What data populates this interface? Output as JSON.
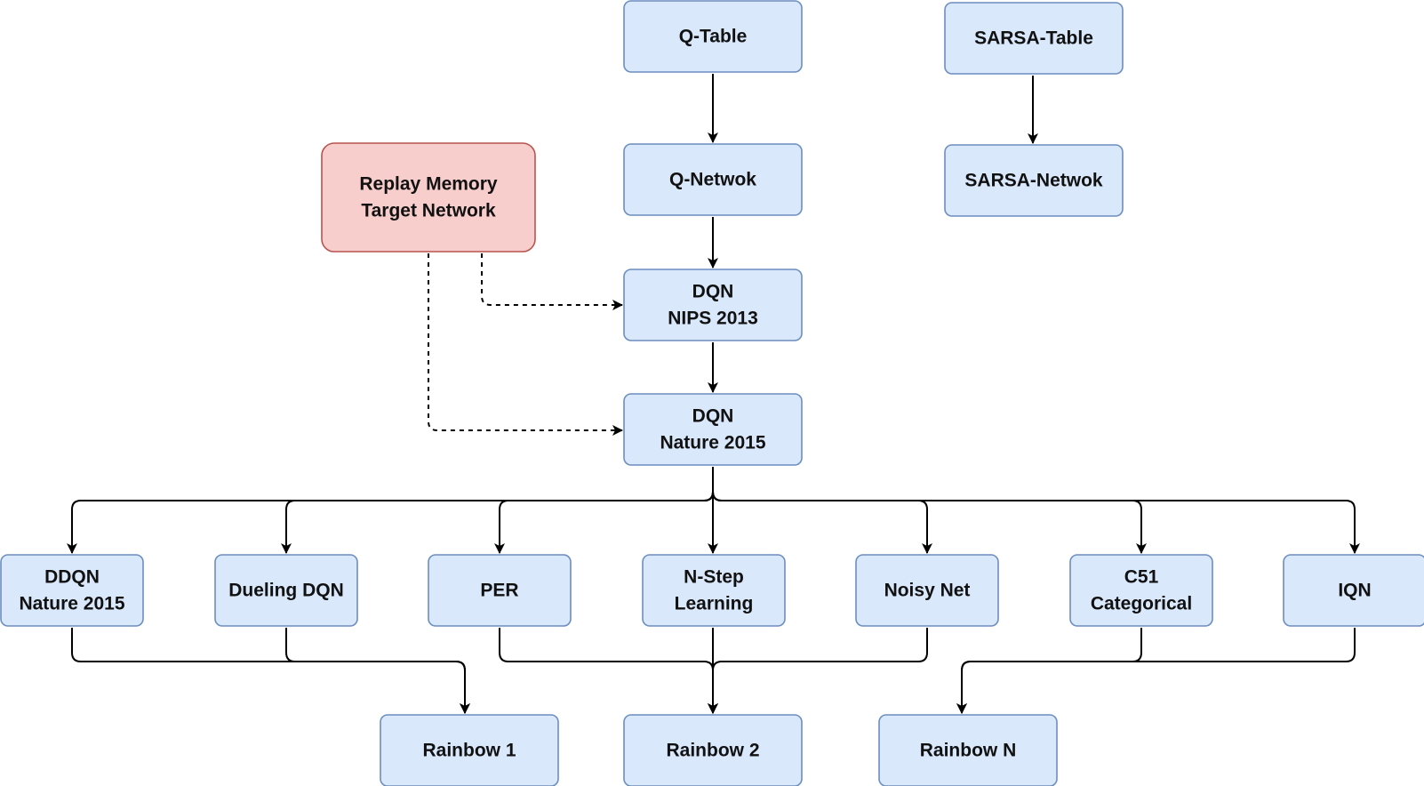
{
  "colors": {
    "node_fill": "#dae8fc",
    "node_stroke": "#6c8ebf",
    "highlight_fill": "#f8cecc",
    "highlight_stroke": "#b85450",
    "edge": "#000000"
  },
  "nodes": [
    {
      "id": "q-table",
      "lines": [
        "Q-Table"
      ],
      "style": "blue"
    },
    {
      "id": "sarsa-table",
      "lines": [
        "SARSA-Table"
      ],
      "style": "blue"
    },
    {
      "id": "q-network",
      "lines": [
        "Q-Netwok"
      ],
      "style": "blue"
    },
    {
      "id": "sarsa-network",
      "lines": [
        "SARSA-Netwok"
      ],
      "style": "blue"
    },
    {
      "id": "replay-memory",
      "lines": [
        "Replay Memory",
        "Target Network"
      ],
      "style": "red"
    },
    {
      "id": "dqn-nips-2013",
      "lines": [
        "DQN",
        "NIPS 2013"
      ],
      "style": "blue"
    },
    {
      "id": "dqn-nature-2015",
      "lines": [
        "DQN",
        "Nature 2015"
      ],
      "style": "blue"
    },
    {
      "id": "ddqn",
      "lines": [
        "DDQN",
        "Nature 2015"
      ],
      "style": "blue"
    },
    {
      "id": "dueling-dqn",
      "lines": [
        "Dueling DQN"
      ],
      "style": "blue"
    },
    {
      "id": "per",
      "lines": [
        "PER"
      ],
      "style": "blue"
    },
    {
      "id": "n-step",
      "lines": [
        "N-Step",
        "Learning"
      ],
      "style": "blue"
    },
    {
      "id": "noisy-net",
      "lines": [
        "Noisy Net"
      ],
      "style": "blue"
    },
    {
      "id": "c51",
      "lines": [
        "C51",
        "Categorical"
      ],
      "style": "blue"
    },
    {
      "id": "iqn",
      "lines": [
        "IQN"
      ],
      "style": "blue"
    },
    {
      "id": "rainbow-1",
      "lines": [
        "Rainbow 1"
      ],
      "style": "blue"
    },
    {
      "id": "rainbow-2",
      "lines": [
        "Rainbow 2"
      ],
      "style": "blue"
    },
    {
      "id": "rainbow-n",
      "lines": [
        "Rainbow N"
      ],
      "style": "blue"
    }
  ],
  "edges": [
    {
      "from": "q-table",
      "to": "q-network",
      "style": "solid"
    },
    {
      "from": "sarsa-table",
      "to": "sarsa-network",
      "style": "solid"
    },
    {
      "from": "q-network",
      "to": "dqn-nips-2013",
      "style": "solid"
    },
    {
      "from": "dqn-nips-2013",
      "to": "dqn-nature-2015",
      "style": "solid"
    },
    {
      "from": "replay-memory",
      "to": "dqn-nips-2013",
      "style": "dashed"
    },
    {
      "from": "replay-memory",
      "to": "dqn-nature-2015",
      "style": "dashed"
    },
    {
      "from": "dqn-nature-2015",
      "to": "ddqn",
      "style": "solid"
    },
    {
      "from": "dqn-nature-2015",
      "to": "dueling-dqn",
      "style": "solid"
    },
    {
      "from": "dqn-nature-2015",
      "to": "per",
      "style": "solid"
    },
    {
      "from": "dqn-nature-2015",
      "to": "n-step",
      "style": "solid"
    },
    {
      "from": "dqn-nature-2015",
      "to": "noisy-net",
      "style": "solid"
    },
    {
      "from": "dqn-nature-2015",
      "to": "c51",
      "style": "solid"
    },
    {
      "from": "dqn-nature-2015",
      "to": "iqn",
      "style": "solid"
    },
    {
      "from": "ddqn",
      "to": "rainbow-1",
      "style": "solid"
    },
    {
      "from": "dueling-dqn",
      "to": "rainbow-1",
      "style": "solid"
    },
    {
      "from": "per",
      "to": "rainbow-2",
      "style": "solid"
    },
    {
      "from": "n-step",
      "to": "rainbow-2",
      "style": "solid"
    },
    {
      "from": "noisy-net",
      "to": "rainbow-2",
      "style": "solid"
    },
    {
      "from": "c51",
      "to": "rainbow-n",
      "style": "solid"
    },
    {
      "from": "iqn",
      "to": "rainbow-n",
      "style": "solid"
    }
  ]
}
